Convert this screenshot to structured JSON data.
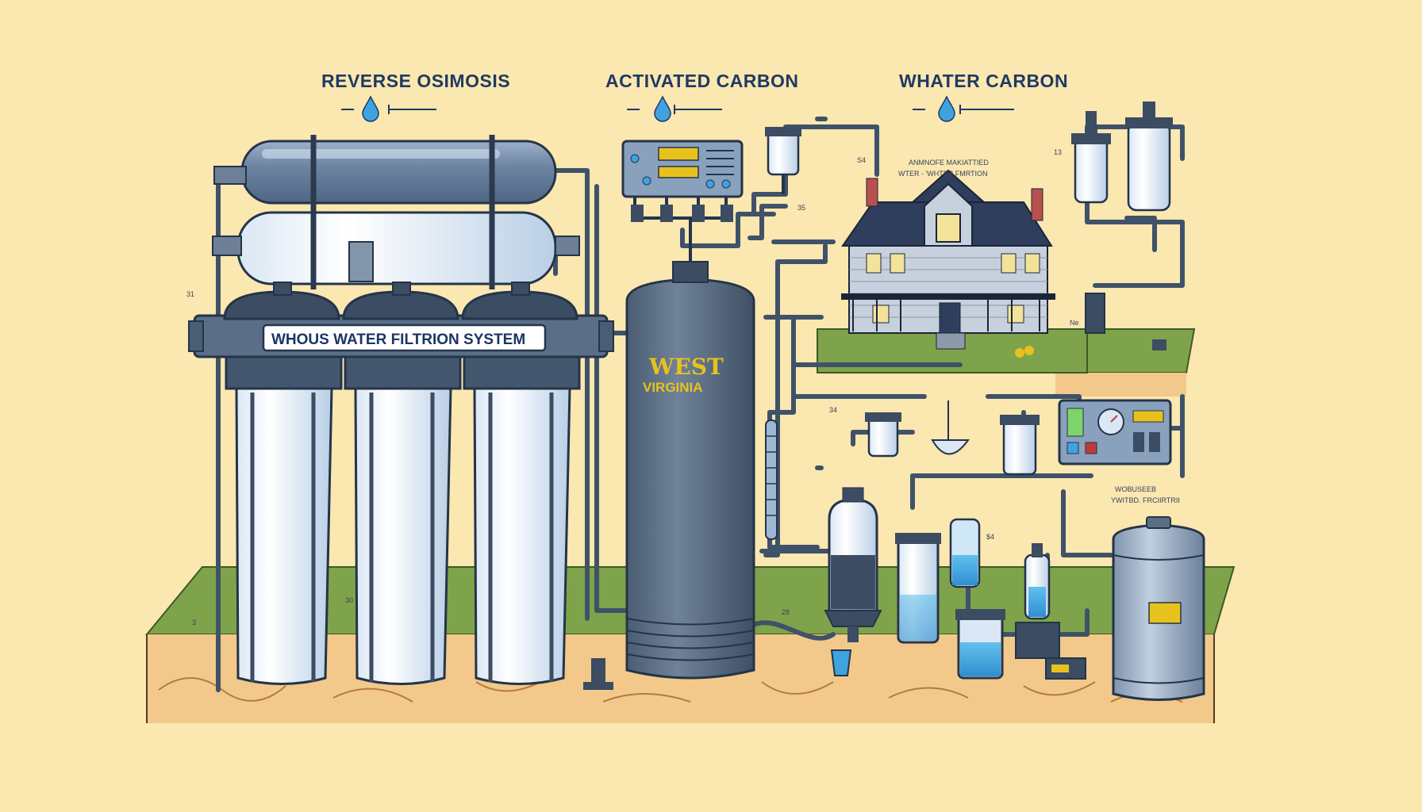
{
  "headers": {
    "reverse_osmosis": "REVERSE OSIMOSIS",
    "activated_carbon": "ACTIVATED CARBON",
    "whater_carbon": "WHATER CARBON"
  },
  "system_banner": "WHOUS WATER FILTRION SYSTEM",
  "tank_brand": {
    "line1": "WEST",
    "line2": "VIRGINIA"
  },
  "house_caption": {
    "line1": "ANMNOFE MAKIATTIED",
    "line2": "WTER - 'WHTER FMRTION"
  },
  "right_caption": {
    "line1": "WOBUSEEB",
    "line2": "YWITBD. FRCIIRTRII"
  },
  "small_labels": {
    "s31": "31",
    "s35": "35",
    "s34": "34",
    "sS4": "S4",
    "s54": "$4",
    "s30": "30",
    "s28": "28",
    "s3": "3",
    "sNe": "Ne",
    "s13": "13"
  },
  "colors": {
    "background": "#fbe7b0",
    "ink": "#1f3a63",
    "water_blue": "#3fa3e0",
    "tank_gray": "#5b6d82",
    "grass": "#7fa34a",
    "soil": "#f2c98a",
    "brand_yellow": "#e8c21c"
  }
}
